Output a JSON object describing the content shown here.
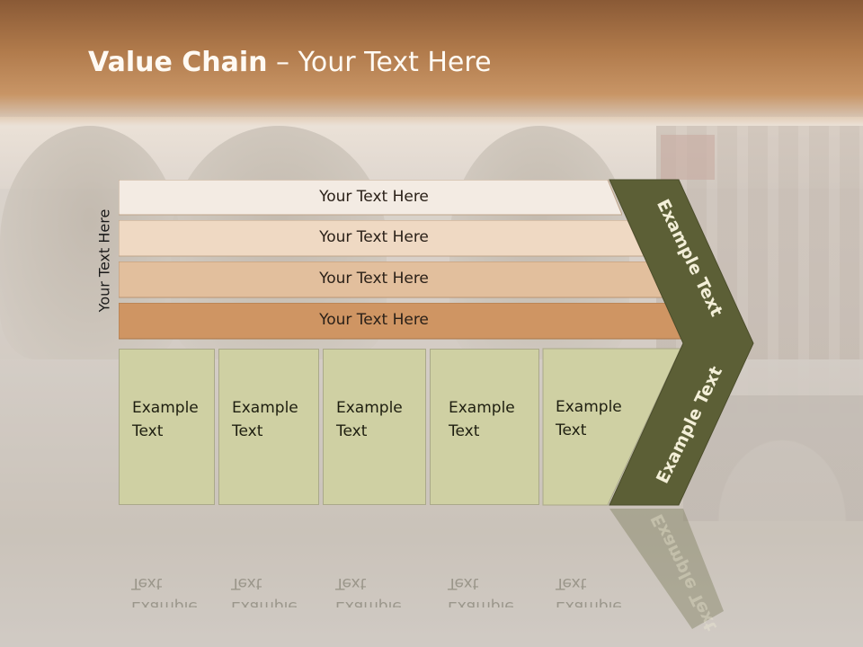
{
  "title": {
    "bold": "Value Chain",
    "rest": " – Your Text Here"
  },
  "side_label": "Your Text Here",
  "bands": [
    {
      "label": "Your Text Here",
      "color": "#f3ebe3"
    },
    {
      "label": "Your Text Here",
      "color": "#efd9c3"
    },
    {
      "label": "Your Text Here",
      "color": "#e2bf9d"
    },
    {
      "label": "Your Text Here",
      "color": "#cf9563"
    }
  ],
  "boxes": [
    {
      "line1": "Example",
      "line2": "Text"
    },
    {
      "line1": "Example",
      "line2": "Text"
    },
    {
      "line1": "Example",
      "line2": "Text"
    },
    {
      "line1": "Example",
      "line2": "Text"
    },
    {
      "line1": "Example",
      "line2": "Text"
    }
  ],
  "chevron": {
    "upper_text": "Example Text",
    "lower_text": "Example Text",
    "color": "#5c5f36"
  }
}
